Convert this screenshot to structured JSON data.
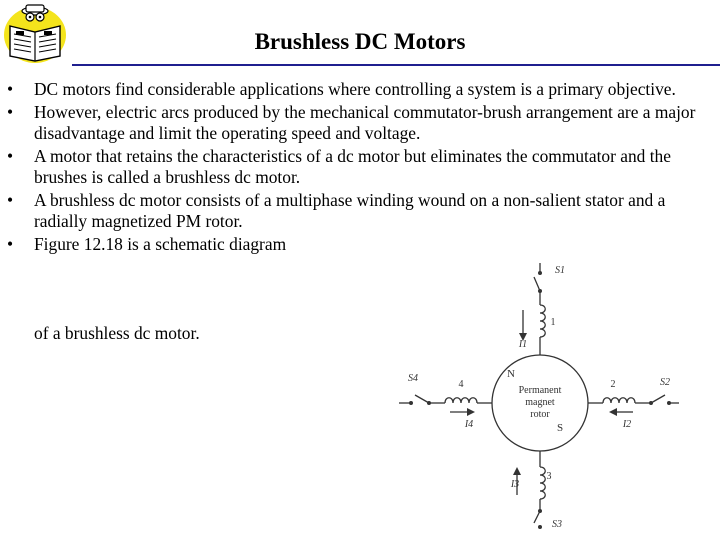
{
  "header": {
    "title": "Brushless DC Motors"
  },
  "bullets": [
    "DC motors find considerable applications where controlling a system is a primary objective.",
    "However, electric arcs produced by the mechanical commutator-brush arrangement are a major disadvantage and limit the operating speed and voltage.",
    "A motor that retains the characteristics of a dc motor but eliminates the commutator and the brushes is called a brushless dc motor.",
    "A brushless dc motor consists of a multiphase winding wound on a non-salient stator and a radially magnetized PM rotor.",
    "Figure 12.18 is a schematic diagram"
  ],
  "trailing_text": "of a brushless dc motor.",
  "figure": {
    "rotor_label_1": "Permanent",
    "rotor_label_2": "magnet",
    "rotor_label_3": "rotor",
    "pole_n": "N",
    "pole_s": "S",
    "switches": {
      "s1": "S1",
      "s2": "S2",
      "s3": "S3",
      "s4": "S4"
    },
    "windings": {
      "w1": "1",
      "w2": "2",
      "w3": "3",
      "w4": "4"
    },
    "currents": {
      "i1": "I1",
      "i2": "I2",
      "i3": "I3",
      "i4": "I4"
    }
  }
}
